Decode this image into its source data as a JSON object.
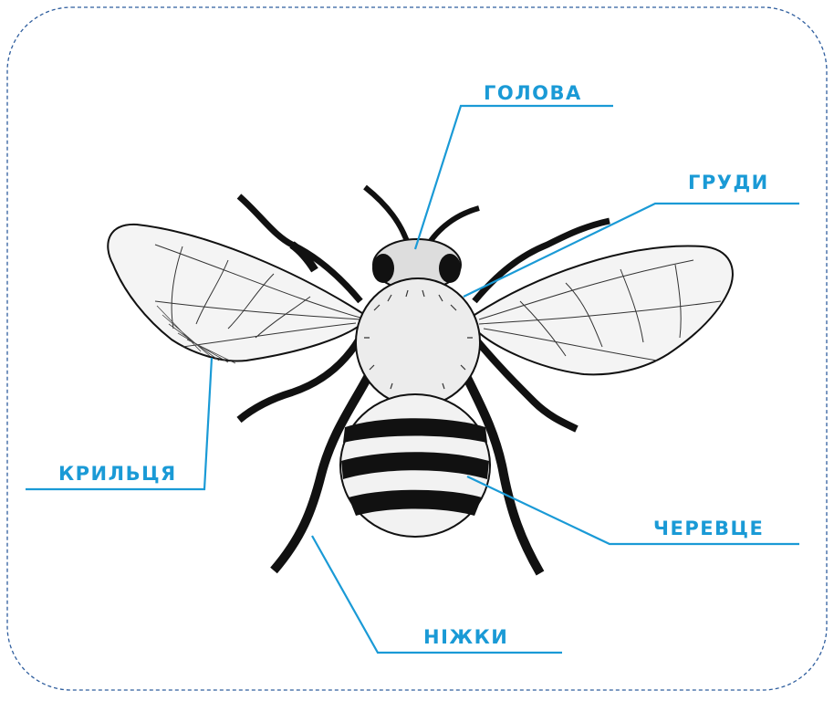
{
  "colors": {
    "accent": "#1a9ad6",
    "frame": "#2f5e9e",
    "ink": "#111111",
    "wing_fill": "#f4f4f4"
  },
  "labels": {
    "head": "ГОЛОВА",
    "thorax": "ГРУДИ",
    "wings": "КРИЛЬЦЯ",
    "abdomen": "ЧЕРЕВЦЕ",
    "legs": "НІЖКИ"
  }
}
